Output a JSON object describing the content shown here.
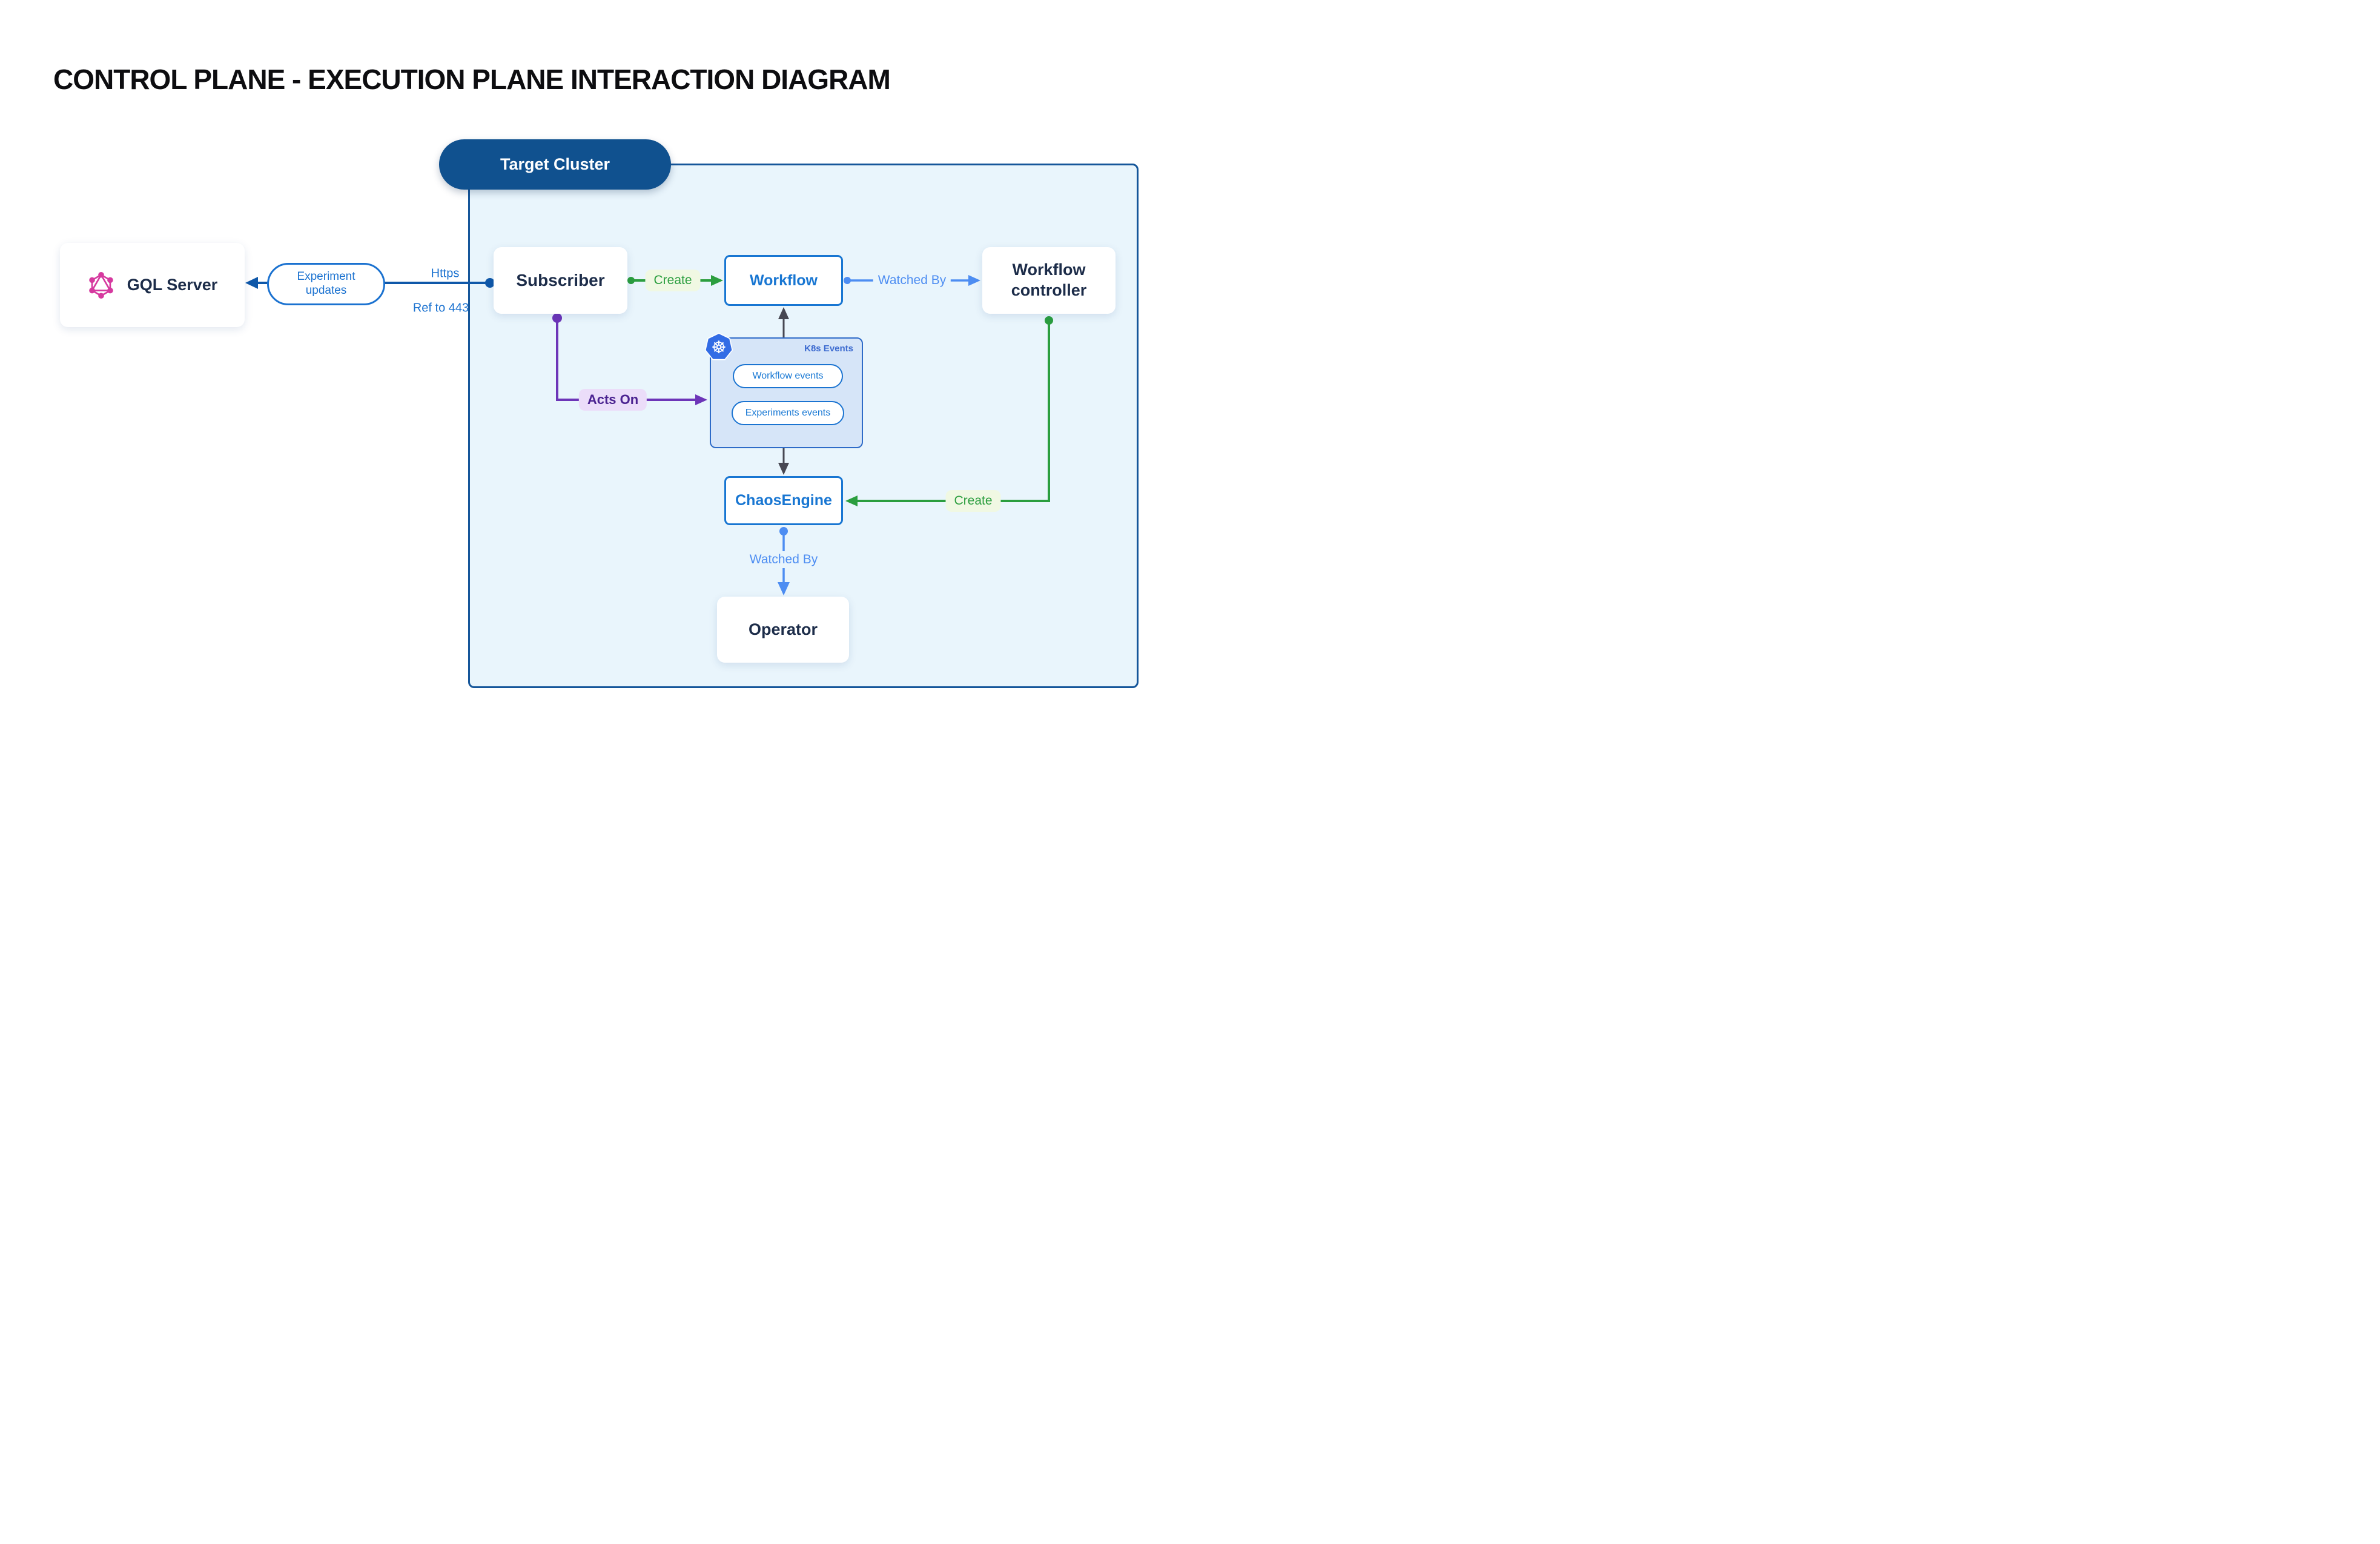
{
  "title": "CONTROL PLANE - EXECUTION PLANE INTERACTION DIAGRAM",
  "cluster": {
    "label": "Target Cluster",
    "k8s_events": {
      "header": "K8s Events",
      "pills": [
        {
          "label": "Workflow events"
        },
        {
          "label": "Experiments events"
        }
      ],
      "icon": "kubernetes-icon"
    }
  },
  "nodes": {
    "gql_server": {
      "label": "GQL Server",
      "icon": "graphql-icon"
    },
    "subscriber": {
      "label": "Subscriber"
    },
    "workflow": {
      "label": "Workflow"
    },
    "workflow_controller": {
      "label": "Workflow controller"
    },
    "chaos_engine": {
      "label": "ChaosEngine"
    },
    "operator": {
      "label": "Operator"
    }
  },
  "edges": {
    "experiment_updates": {
      "label": "Experiment updates"
    },
    "https": {
      "label": "Https"
    },
    "ref_443": {
      "label": "Ref to 443"
    },
    "create_workflow": {
      "label": "Create"
    },
    "watched_by_workflow": {
      "label": "Watched By"
    },
    "acts_on": {
      "label": "Acts On"
    },
    "create_chaosengine": {
      "label": "Create"
    },
    "watched_by_operator": {
      "label": "Watched By"
    }
  },
  "colors": {
    "cluster_fill": "#e9f5fc",
    "cluster_border": "#15569a",
    "cluster_pill": "#10518f",
    "node_text_navy": "#1c2c49",
    "blue_box_border": "#1876d2",
    "link_dark_blue": "#0f58a9",
    "link_light_blue": "#4d8df2",
    "link_green": "#2b9e3f",
    "link_purple": "#6d35b8",
    "link_gray": "#474752",
    "label_blue": "#1b72d0",
    "green_label_bg": "#f0f8e3",
    "purple_label_bg": "#ebddf9",
    "k8s_box_fill": "#d6e5f8",
    "k8s_blue": "#326ce5",
    "graphql_pink": "#d6399f"
  }
}
